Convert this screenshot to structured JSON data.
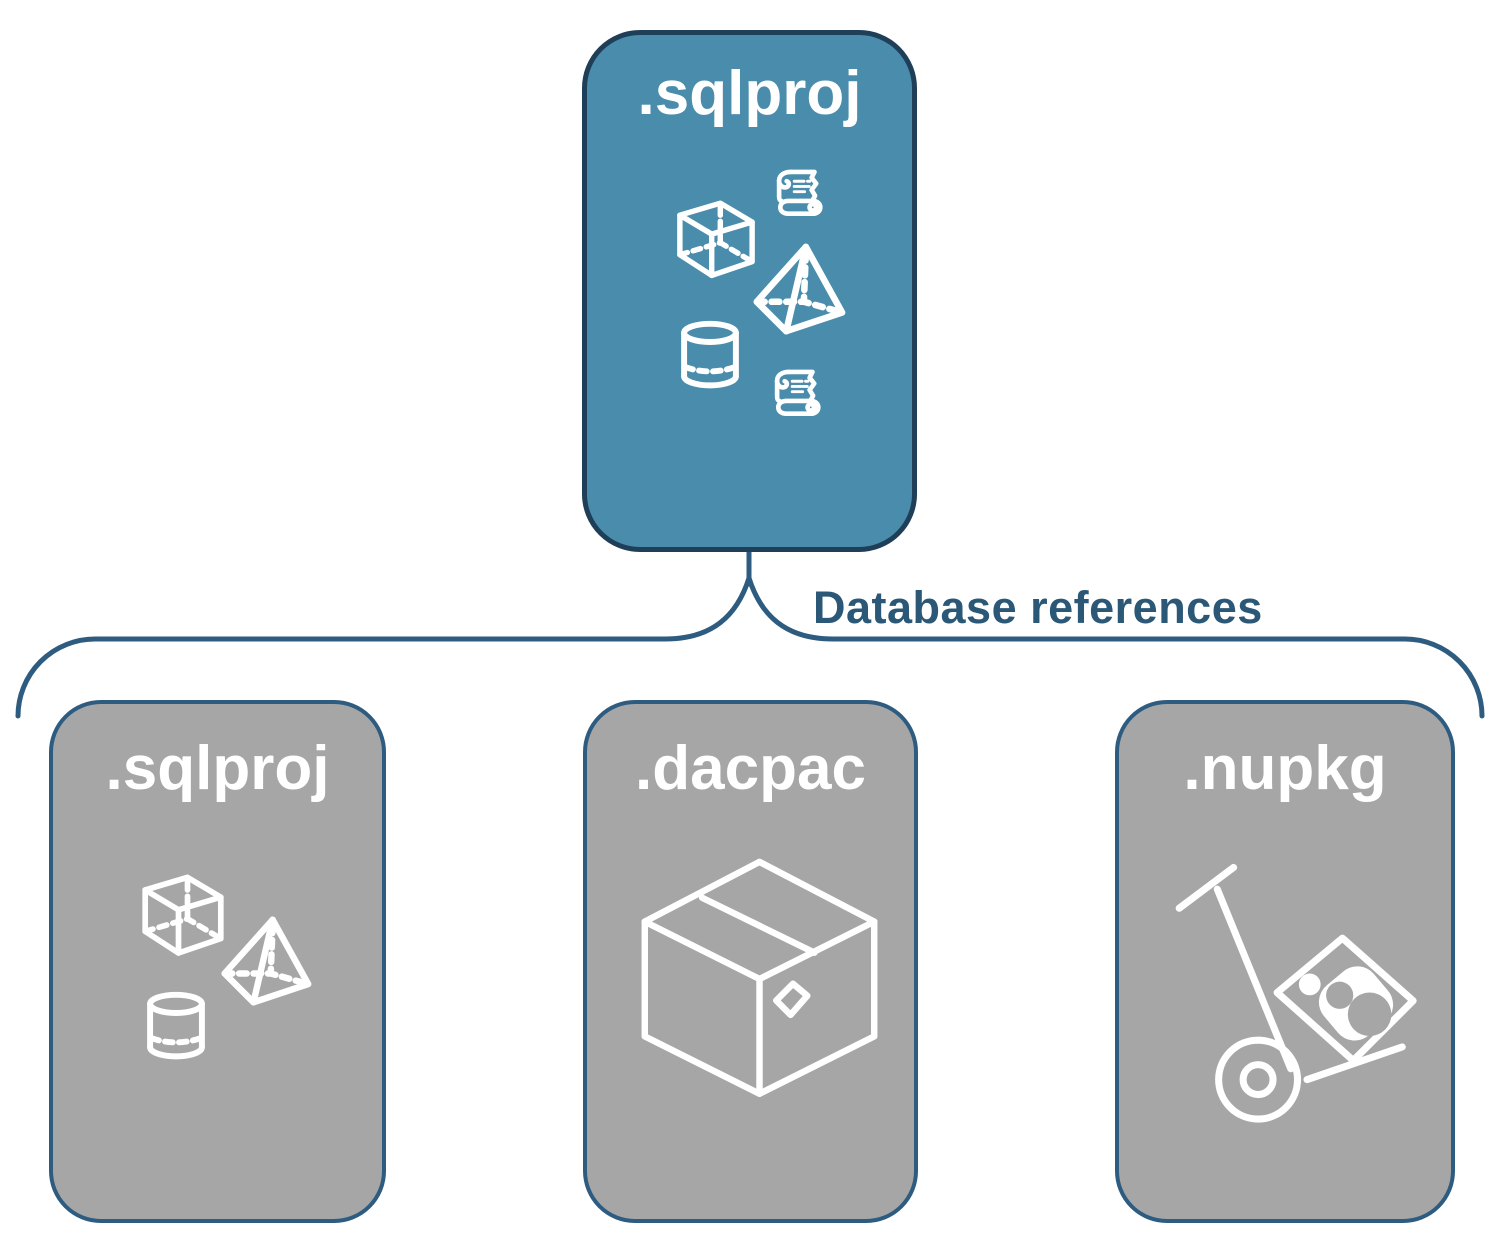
{
  "diagram": {
    "root": {
      "label": ".sqlproj",
      "icons": [
        "cube",
        "scroll",
        "pyramid",
        "cylinder",
        "scroll"
      ]
    },
    "edge_label": "Database references",
    "children": [
      {
        "label": ".sqlproj",
        "icons": [
          "cube",
          "pyramid",
          "cylinder"
        ]
      },
      {
        "label": ".dacpac",
        "icons": [
          "package-box"
        ]
      },
      {
        "label": ".nupkg",
        "icons": [
          "nuget-hand-truck"
        ]
      }
    ],
    "colors": {
      "root_fill": "#4a8cab",
      "root_border": "#1f3e57",
      "child_fill": "#a6a6a6",
      "child_border": "#2d5c80",
      "connector": "#2d5c80",
      "edge_label_color": "#2b5877",
      "box_text": "#ffffff",
      "icon_stroke": "#ffffff"
    }
  }
}
